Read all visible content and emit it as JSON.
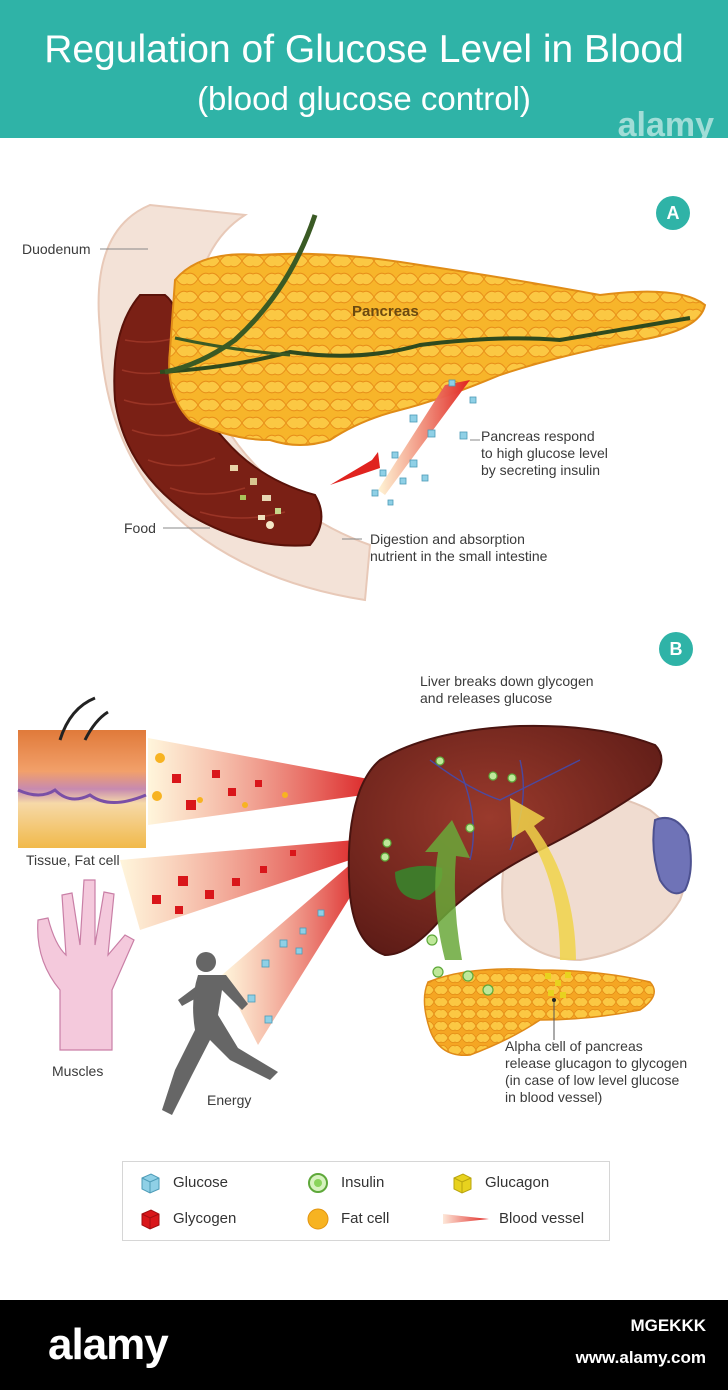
{
  "header": {
    "title": "Regulation of Glucose Level in Blood",
    "subtitle": "(blood glucose control)",
    "watermark": "alamy"
  },
  "colors": {
    "header_bg": "#2fb3a7",
    "pancreas": "#f7b52a",
    "liver": "#7a2a22",
    "blood_vessel": "#e0231f",
    "glucose": "#7ec8e0",
    "glycogen": "#d9161a",
    "insulin": "#9ad86a",
    "fat_cell": "#f7b321",
    "glucagon": "#e8d21e"
  },
  "section_a": {
    "badge": "A",
    "labels": {
      "duodenum": "Duodenum",
      "pancreas": "Pancreas",
      "pancreas_respond": "Pancreas respond\nto high glucose level\nby secreting insulin",
      "food": "Food",
      "digestion": "Digestion and absorption\nnutrient in the small intestine"
    }
  },
  "section_b": {
    "badge": "B",
    "labels": {
      "liver": "Liver breaks down glycogen\nand releases glucose",
      "tissue": "Tissue, Fat cell",
      "muscles": "Muscles",
      "energy": "Energy",
      "alpha_cell": "Alpha cell of pancreas\nrelease glucagon to glycogen\n(in case of low level glucose\nin blood vessel)"
    }
  },
  "legend": {
    "items": [
      {
        "icon": "glucose-cube-icon",
        "label": "Glucose"
      },
      {
        "icon": "insulin-dot-icon",
        "label": "Insulin"
      },
      {
        "icon": "glucagon-cube-icon",
        "label": "Glucagon"
      },
      {
        "icon": "glycogen-cube-icon",
        "label": "Glycogen"
      },
      {
        "icon": "fat-cell-dot-icon",
        "label": "Fat cell"
      },
      {
        "icon": "blood-vessel-icon",
        "label": "Blood vessel"
      }
    ]
  },
  "footer": {
    "brand": "alamy",
    "image_code": "MGEKKK",
    "site": "www.alamy.com"
  }
}
